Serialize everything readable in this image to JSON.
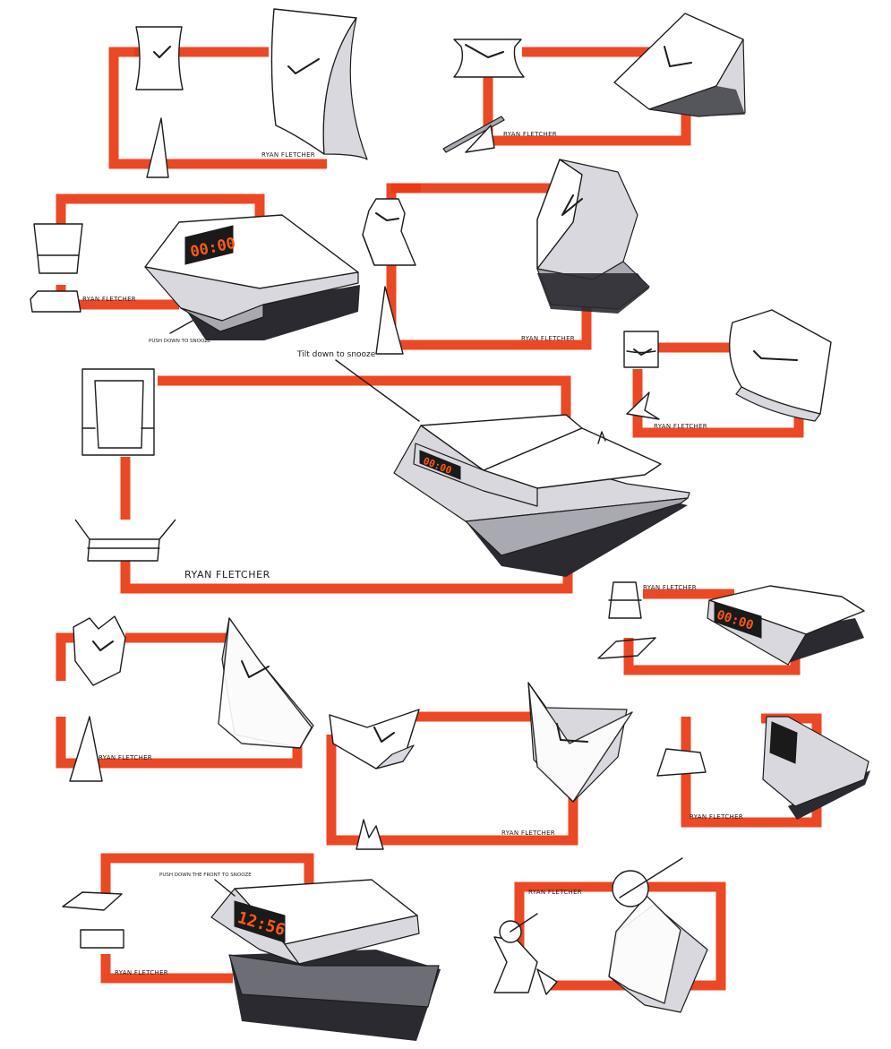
{
  "signature": "RYAN FLETCHER",
  "annotations": {
    "tilt_down": "Tilt down to snooze",
    "push_down": "PUSH DOWN TO SNOOZE",
    "push_down_front": "PUSH DOWN THE FRONT TO SNOOZE"
  },
  "displays": {
    "alarm_a": "00:00",
    "alarm_b": "00:00",
    "alarm_c": "00:00",
    "alarm_d": "12:56"
  },
  "colors": {
    "frame": "#ea3a14",
    "ink": "#1c1c1c",
    "digits": "#ff5a14",
    "shade_light": "#d8d8de",
    "shade_mid": "#a9a9b2",
    "shade_dark": "#6d6d76"
  }
}
